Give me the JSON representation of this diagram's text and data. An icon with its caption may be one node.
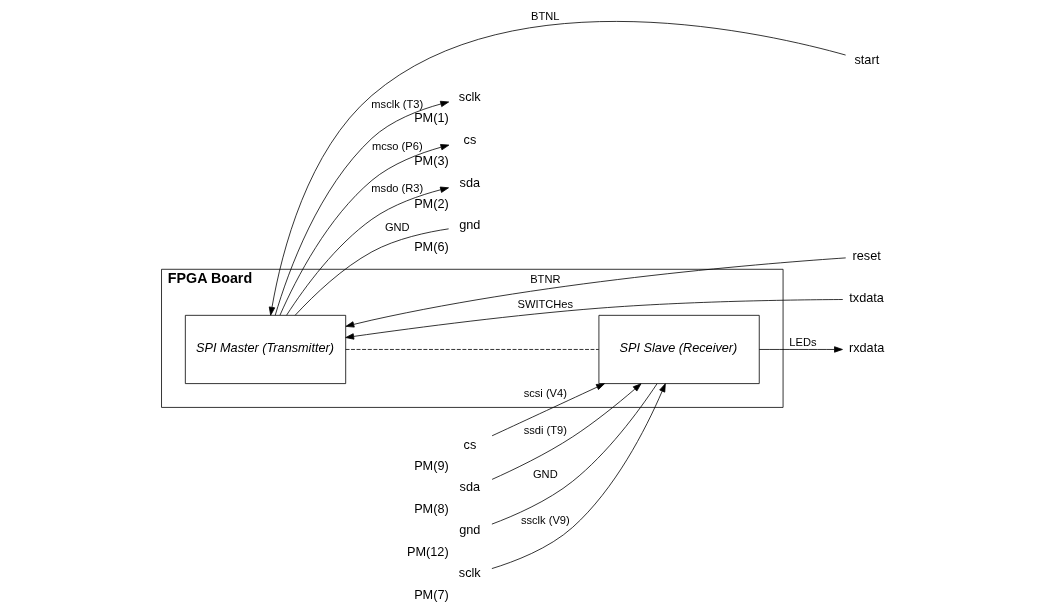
{
  "diagram": {
    "nodes": [
      {
        "text": [
          "FPGA Board"
        ]
      },
      {
        "text": [
          "SPI Master (Transmitter)"
        ],
        "in": 0
      },
      {
        "text": [
          "SPI Slave (Receiver)"
        ],
        "in": 0
      },
      {
        "text": [
          "start"
        ]
      },
      {
        "text": [
          "reset"
        ]
      },
      {
        "text": [
          "txdata"
        ]
      },
      {
        "text": [
          "rxdata"
        ]
      },
      {
        "text": [
          "sclk"
        ],
        "beside": [
          "PM(1)"
        ]
      },
      {
        "text": [
          "cs"
        ],
        "beside": [
          "PM(3)"
        ]
      },
      {
        "text": [
          "sda"
        ],
        "beside": [
          "PM(2)"
        ]
      },
      {
        "text": [
          "gnd"
        ],
        "beside": [
          "PM(6)"
        ]
      },
      {
        "text": [
          "sclk"
        ],
        "beside": [
          "PM(7)"
        ]
      },
      {
        "text": [
          "cs"
        ],
        "beside": [
          "PM(9)"
        ]
      },
      {
        "text": [
          "sda"
        ],
        "beside": [
          "PM(8)"
        ]
      },
      {
        "text": [
          "gnd"
        ],
        "beside": [
          "PM(12)"
        ]
      }
    ],
    "edges": [
      {
        "from": 3,
        "to": 1,
        "arrow": "to",
        "label": "BTNL"
      },
      {
        "from": 4,
        "to": 1,
        "arrow": "to",
        "label": "BTNR"
      },
      {
        "from": 5,
        "to": 1,
        "arrow": "to",
        "label": "SWITCHes"
      },
      {
        "from": 1,
        "to": 7,
        "arrow": "to",
        "label": "msclk (T3)"
      },
      {
        "from": 1,
        "to": 8,
        "arrow": "to",
        "label": "mcso (P6)"
      },
      {
        "from": 1,
        "to": 9,
        "arrow": "to",
        "label": "msdo (R3)"
      },
      {
        "from": 1,
        "to": 10,
        "arrow": "none",
        "label": "GND"
      },
      {
        "from": 1,
        "to": 2,
        "arrow": "none",
        "style": "dashed"
      },
      {
        "from": 2,
        "to": 6,
        "arrow": "to",
        "label": "LEDs"
      },
      {
        "from": 11,
        "to": 2,
        "arrow": "to",
        "label": "ssclk (V9)"
      },
      {
        "from": 12,
        "to": 2,
        "arrow": "to",
        "label": "scsi (V4)"
      },
      {
        "from": 13,
        "to": 2,
        "arrow": "to",
        "label": "ssdi (T9)"
      },
      {
        "from": 14,
        "to": 2,
        "arrow": "none",
        "label": "GND"
      }
    ]
  }
}
